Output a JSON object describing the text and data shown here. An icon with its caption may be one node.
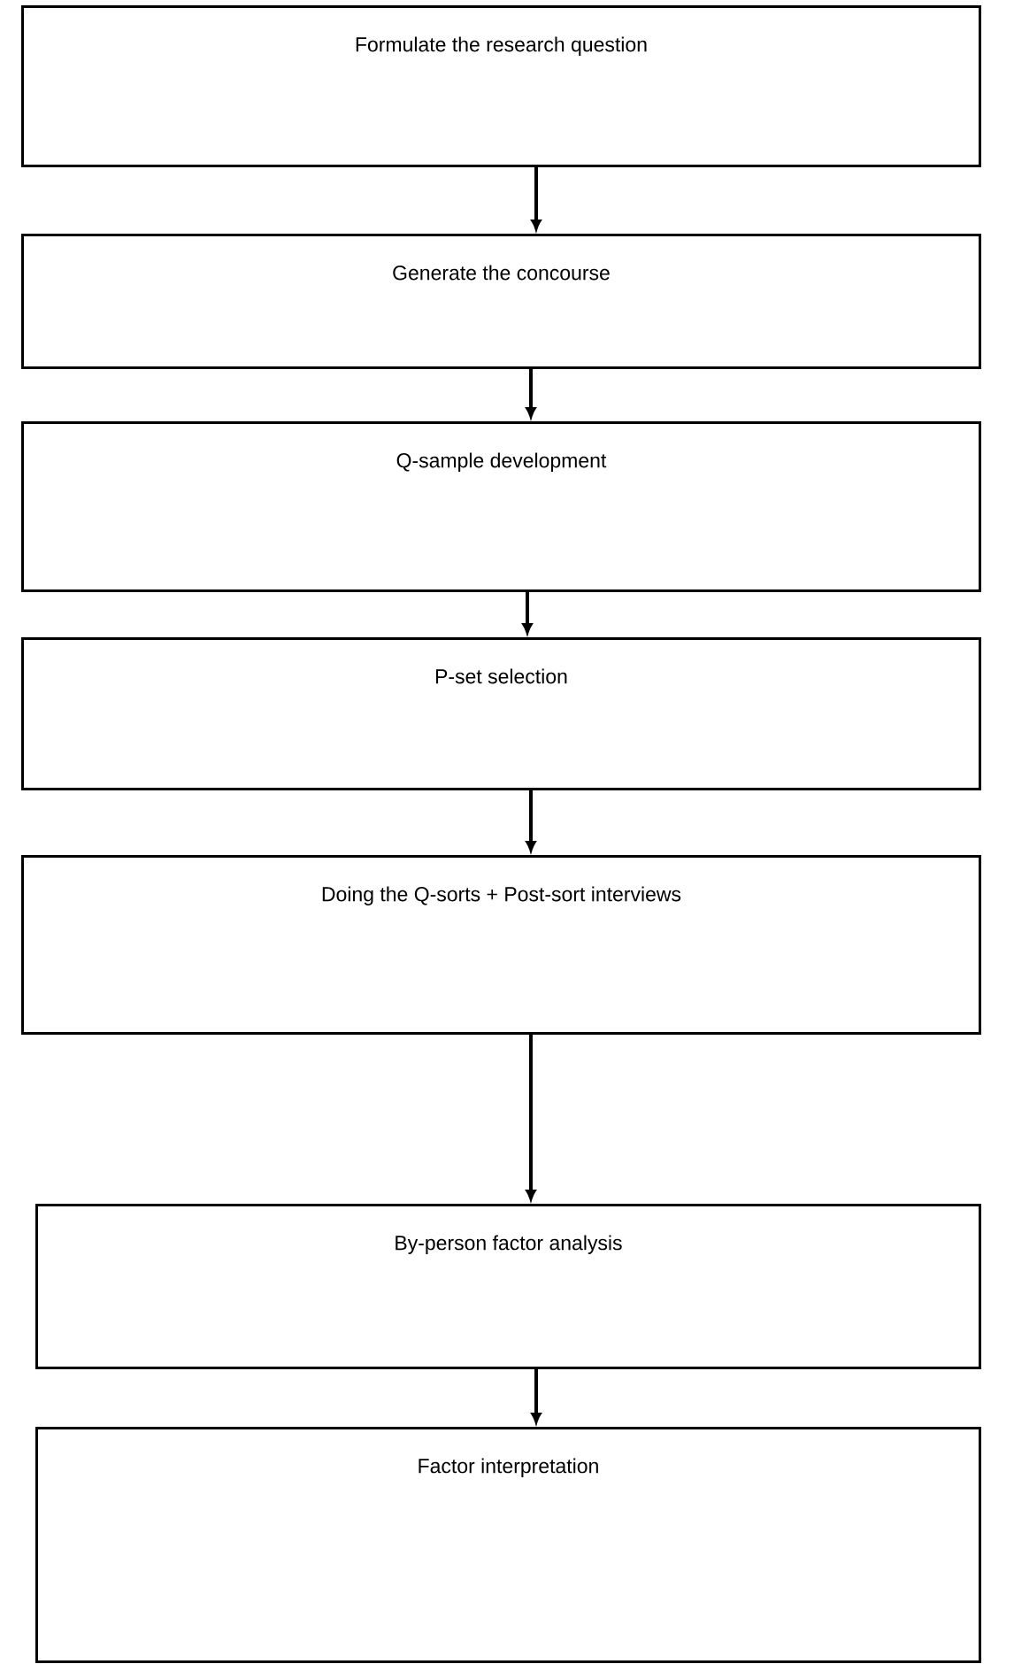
{
  "diagram": {
    "nodes": [
      {
        "text": [
          "Formulate the research question"
        ]
      },
      {
        "text": [
          "Generate the concourse"
        ]
      },
      {
        "text": [
          "Q-sample development"
        ]
      },
      {
        "text": [
          "P-set selection"
        ]
      },
      {
        "text": [
          "Doing the Q-sorts + Post-sort interviews"
        ]
      },
      {
        "text": [
          "By-person factor analysis"
        ]
      },
      {
        "text": [
          "Factor interpretation"
        ]
      }
    ],
    "edges": [
      {
        "from": 0,
        "to": 1,
        "arrow": "to"
      },
      {
        "from": 1,
        "to": 2,
        "arrow": "to"
      },
      {
        "from": 2,
        "to": 3,
        "arrow": "to"
      },
      {
        "from": 3,
        "to": 4,
        "arrow": "to"
      },
      {
        "from": 4,
        "to": 5,
        "arrow": "to"
      },
      {
        "from": 5,
        "to": 6,
        "arrow": "to"
      }
    ]
  }
}
